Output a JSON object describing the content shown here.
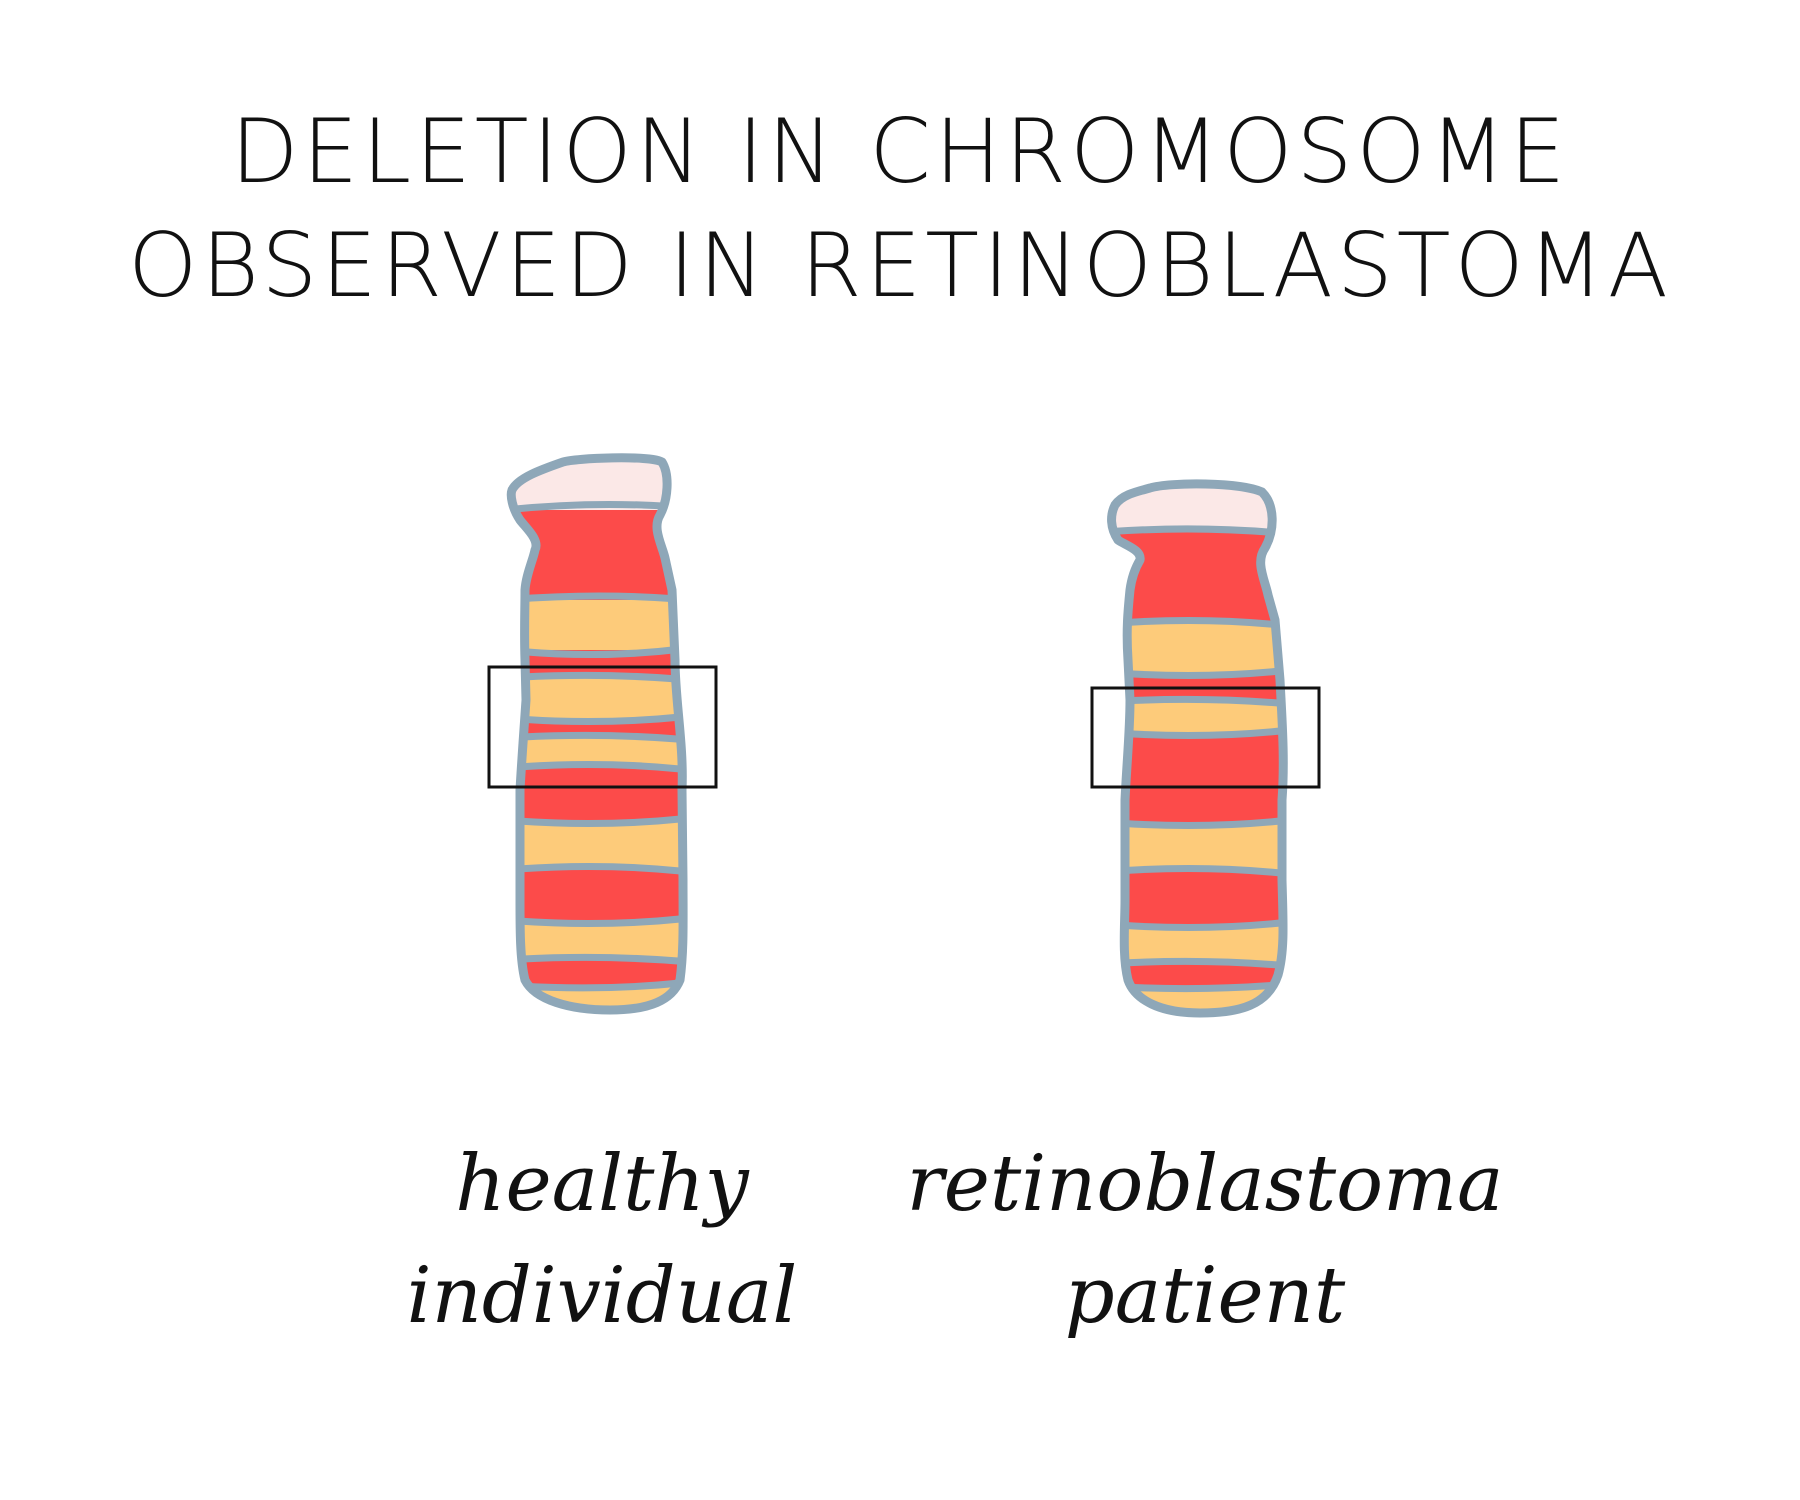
{
  "title": {
    "line1": "DELETION IN CHROMOSOME",
    "line2": "OBSERVED IN RETINOBLASTOMA"
  },
  "chromosomes": [
    {
      "id": "healthy",
      "label_line1": "healthy",
      "label_line2": "individual"
    },
    {
      "id": "patient",
      "label_line1": "retinoblastoma",
      "label_line2": "patient"
    }
  ],
  "colors": {
    "red_band": "#fc4b4a",
    "yellow_band": "#fdcb7a",
    "white_band": "#fbe8e7",
    "outline": "#8ea7b8",
    "ink": "#111111"
  }
}
